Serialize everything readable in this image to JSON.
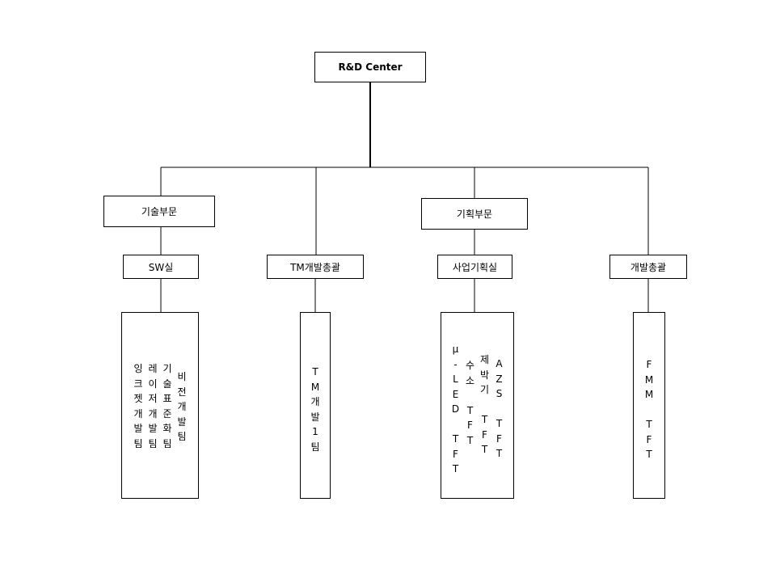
{
  "root": {
    "label": "R&D Center"
  },
  "divisions": {
    "tech": "기술부문",
    "planning": "기획부문"
  },
  "departments": {
    "sw": "SW실",
    "tm": "TM개발총괄",
    "biz": "사업기획실",
    "dev": "개발총괄"
  },
  "teams": {
    "sw": [
      "잉크젯개발팀",
      "레이저개발팀",
      "기술표준화팀",
      "비전개발팀"
    ],
    "tm": [
      "TM개발1팀"
    ],
    "biz": [
      "μ-LED TFT",
      "수소 TFT",
      "제박기 TFT",
      "AZS TFT"
    ],
    "dev": [
      "FMM TFT"
    ]
  }
}
